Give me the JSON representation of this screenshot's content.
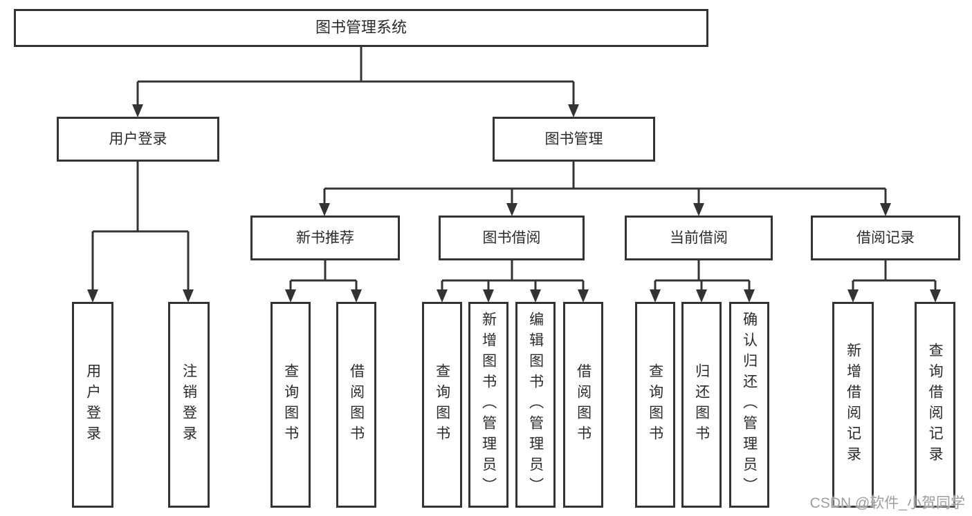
{
  "tree": {
    "root": "图书管理系统",
    "branches": [
      {
        "label": "用户登录",
        "children": [
          "用户登录",
          "注销登录"
        ]
      },
      {
        "label": "图书管理",
        "children": [
          {
            "label": "新书推荐",
            "children": [
              "查询图书",
              "借阅图书"
            ]
          },
          {
            "label": "图书借阅",
            "children": [
              "查询图书",
              "新增图书（管理员）",
              "编辑图书（管理员）",
              "借阅图书"
            ]
          },
          {
            "label": "当前借阅",
            "children": [
              "查询图书",
              "归还图书",
              "确认归还（管理员）"
            ]
          },
          {
            "label": "借阅记录",
            "children": [
              "新增借阅记录",
              "查询借阅记录"
            ]
          }
        ]
      }
    ]
  },
  "watermark": {
    "text": "CSDN @软件_小贺同学"
  },
  "colors": {
    "stroke": "#333333",
    "node_border": "#333333",
    "node_text": "#2b2b2b",
    "watermark_text": "#9e9e9e",
    "background": "#ffffff"
  }
}
